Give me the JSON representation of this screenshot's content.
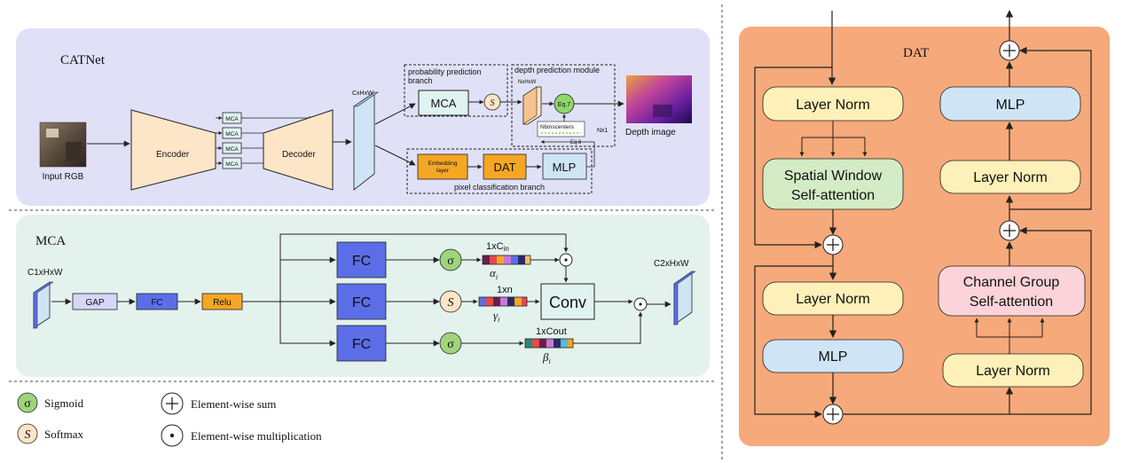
{
  "catnet": {
    "title": "CATNet",
    "input_label": "Input RGB",
    "encoder": "Encoder",
    "decoder": "Decoder",
    "mca_small": [
      "MCA",
      "MCA",
      "MCA",
      "MCA"
    ],
    "feature_dim": "CxHxW",
    "prob_branch": "probability prediction branch",
    "prob_branch_line1": "probability prediction",
    "prob_branch_line2": "branch",
    "mca_block": "MCA",
    "softmax_symbol": "S",
    "depth_module": "depth prediction module",
    "nxhxw": "NxHxW",
    "eq7": "Eq.7",
    "eq6": "Eq.6",
    "nbins": "Nbinscenters",
    "nx1": "Nx1",
    "depth_image": "Depth image",
    "embedding_line1": "Embedding",
    "embedding_line2": "layer",
    "dat_block": "DAT",
    "mlp_block": "MLP",
    "pixel_branch": "pixel classification branch"
  },
  "mca": {
    "title": "MCA",
    "input_dim": "C1xHxW",
    "gap": "GAP",
    "fc_small": "FC",
    "relu": "Relu",
    "fc": [
      "FC",
      "FC",
      "FC"
    ],
    "sigma": "σ",
    "s": "S",
    "dim1_base": "1xC",
    "dim1_sub": "in",
    "alpha": "α",
    "dim2": "1xn",
    "gamma": "γ",
    "dim3": "1xCout",
    "beta": "β",
    "sub_i": "i",
    "conv": "Conv",
    "output_dim": "C2xHxW",
    "dot": "·"
  },
  "legend": {
    "sigmoid_symbol": "σ",
    "sigmoid": "Sigmoid",
    "softmax_symbol": "S",
    "softmax": "Softmax",
    "sum": "Element-wise sum",
    "mult": "Element-wise multiplication",
    "plus": "+",
    "dot": "·"
  },
  "dat": {
    "title": "DAT",
    "layer_norm_1": "Layer Norm",
    "spatial_line1": "Spatial Window",
    "spatial_line2": "Self-attention",
    "layer_norm_2": "Layer Norm",
    "mlp_left": "MLP",
    "layer_norm_3": "Layer Norm",
    "channel_line1": "Channel Group",
    "channel_line2": "Self-attention",
    "layer_norm_4": "Layer Norm",
    "mlp_right": "MLP",
    "plus": "+"
  },
  "colors": {
    "catnet_bg": "#e0e0f7",
    "mca_bg": "#e4f2ee",
    "dat_bg": "#f6a97a",
    "layer_norm": "#fdf0b8",
    "spatial": "#d4ecc6",
    "mlp": "#cfe5f5",
    "channel": "#fbd3d8",
    "fc_blue": "#5b6ee8",
    "orange": "#f5a623",
    "mca_teal": "#dff3f0"
  }
}
